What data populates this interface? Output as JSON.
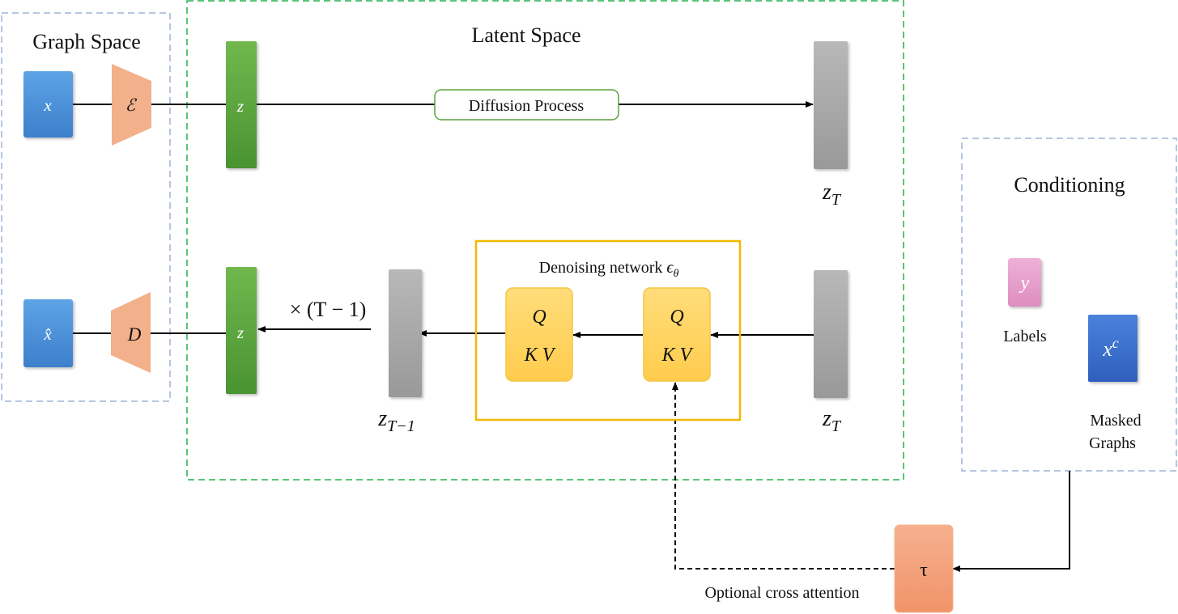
{
  "regions": {
    "graph_space": "Graph Space",
    "latent_space": "Latent Space",
    "conditioning": "Conditioning"
  },
  "nodes": {
    "x": "x",
    "x_hat": "x̂",
    "encoder": "ℰ",
    "decoder": "D",
    "z_top": "z",
    "z_bottom": "z",
    "z_T_top": "T",
    "z_T_bottom": "T",
    "z_T_minus_1": "T−1",
    "z_base": "z",
    "tau": "τ",
    "y": "y",
    "x_c_base": "x",
    "x_c_sup": "c"
  },
  "labels": {
    "diffusion_process": "Diffusion Process",
    "denoising_network": "Denoising network ",
    "epsilon": "ϵ",
    "epsilon_sub": "θ",
    "repeat": "× (T − 1)",
    "labels": "Labels",
    "masked_graphs_1": "Masked",
    "masked_graphs_2": "Graphs",
    "optional_cross_attention": "Optional cross attention",
    "attn_q": "Q",
    "attn_kv": "K V"
  },
  "colors": {
    "blue_node": "#4a8fd6",
    "encoder": "#f2b08b",
    "green_latent": "#5aa33d",
    "gray_latent": "#a6a6a6",
    "attn_block": "#ffd666",
    "attn_border": "#f2b800",
    "tau": "#f4a07a",
    "label_pink": "#e69bc8",
    "masked_blue": "#3a6fcc",
    "graph_border": "#9fb3d6",
    "latent_border": "#22b14c",
    "denoise_border": "#f2b800"
  }
}
